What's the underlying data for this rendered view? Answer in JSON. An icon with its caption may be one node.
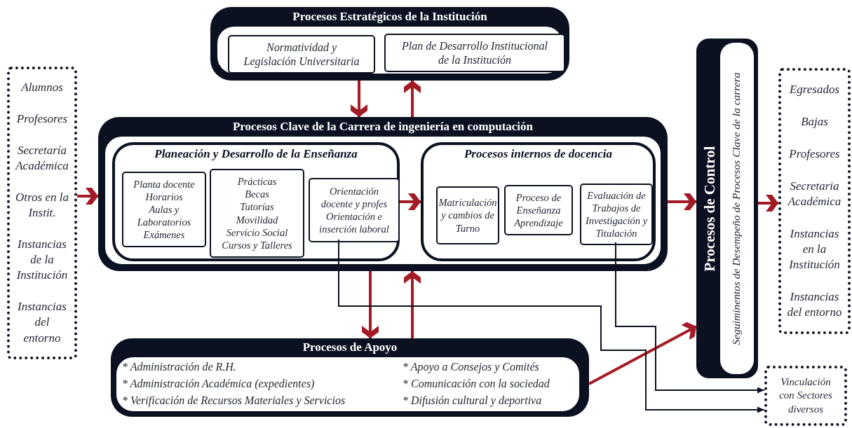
{
  "diagram": {
    "nodes": [
      {
        "text": [
          "Procesos Estratégicos de la Institución"
        ]
      },
      {
        "text": [
          "Normatividad y Legislación Universitaria"
        ],
        "in": 0
      },
      {
        "text": [
          "Plan de Desarrollo Institucional de la Institución"
        ],
        "in": 0
      },
      {
        "text": [
          "Alumnos",
          "Profesores",
          "Secretaría Académica",
          "Otros en la Instit.",
          "Instancias de la Institución",
          "Instancias del entorno"
        ]
      },
      {
        "text": [
          "Procesos Clave de la Carrera de ingeniería en computación"
        ]
      },
      {
        "text": [
          "Planeación y Desarrollo de la Enseñanza"
        ],
        "in": 4
      },
      {
        "text": [
          "Planta docente",
          "Horarios",
          "Aulas y Laboratorios",
          "Exámenes"
        ],
        "in": 5
      },
      {
        "text": [
          "Prácticas",
          "Becas",
          "Tutorías",
          "Movilidad",
          "Servicio Social",
          "Cursos y Talleres"
        ],
        "in": 5
      },
      {
        "text": [
          "Orientación docente y profes",
          "Orientación e inserción laboral"
        ],
        "in": 5
      },
      {
        "text": [
          "Procesos  internos de docencia"
        ],
        "in": 4
      },
      {
        "text": [
          "Matriculación y cambios de Turno"
        ],
        "in": 9
      },
      {
        "text": [
          "Proceso de Enseñanza Aprendizaje"
        ],
        "in": 9
      },
      {
        "text": [
          "Evaluación de Trabajos de Investigación y Titulación"
        ],
        "in": 9
      },
      {
        "text": [
          "Procesos de Control",
          "Seguiminentos de  Desempeño de Procesos Clave de la carrera"
        ]
      },
      {
        "text": [
          "Egresados",
          "Bajas",
          "Profesores",
          "Secretaria Académica",
          "Instancias en la Institución",
          "Instancias del entorno"
        ]
      },
      {
        "text": [
          "Procesos de Apoyo",
          "* Administración de R.H.",
          "* Administración Académica (expedientes)",
          "* Verificación de Recursos Materiales y Servicios",
          "* Apoyo a Consejos y Comités",
          "* Comunicación con la sociedad",
          "* Difusión cultural y deportiva"
        ]
      },
      {
        "text": [
          "Vinculación con Sectores diversos"
        ]
      }
    ],
    "edges": [
      {
        "from": 0,
        "to": 4,
        "arrow": "to"
      },
      {
        "from": 4,
        "to": 0,
        "arrow": "to"
      },
      {
        "from": 3,
        "to": 4,
        "arrow": "to"
      },
      {
        "from": 5,
        "to": 9,
        "arrow": "to"
      },
      {
        "from": 4,
        "to": 13,
        "arrow": "to"
      },
      {
        "from": 13,
        "to": 14,
        "arrow": "to"
      },
      {
        "from": 4,
        "to": 15,
        "arrow": "to"
      },
      {
        "from": 15,
        "to": 4,
        "arrow": "to"
      },
      {
        "from": 15,
        "to": 13,
        "arrow": "to"
      },
      {
        "from": 12,
        "to": 16,
        "arrow": "to",
        "color": "#0b1120"
      },
      {
        "from": 8,
        "to": 16,
        "arrow": "to",
        "color": "#0b1120"
      }
    ]
  }
}
